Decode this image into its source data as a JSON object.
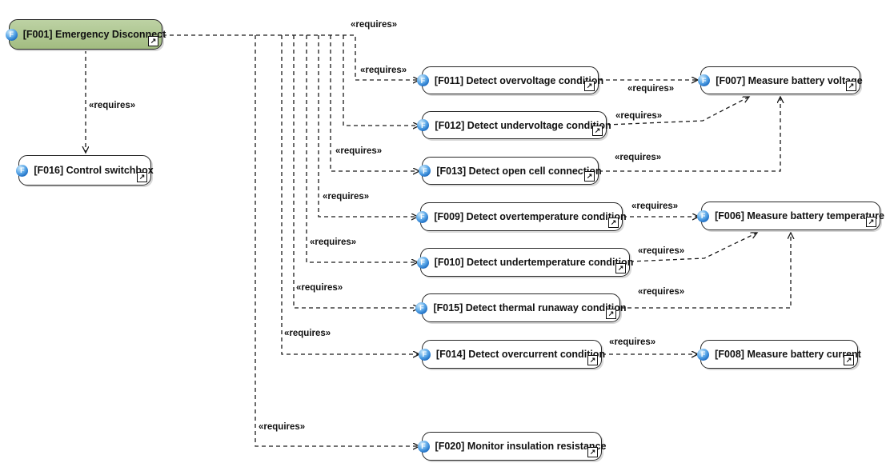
{
  "diagram": {
    "type": "requirements-dependency-diagram",
    "background_color": "#ffffff",
    "stereotype_label": "«requires»",
    "function_icon_glyph": "F",
    "link_icon_glyph": "↗",
    "colors": {
      "node_fill": "#ffffff",
      "root_node_fill": "#a9c38c",
      "node_border": "#262626",
      "connector": "#1a1a1a",
      "function_icon_blue": "#1f6fc4"
    },
    "nodes": [
      {
        "id": "F001",
        "label": "[F001] Emergency Disconnect"
      },
      {
        "id": "F016",
        "label": "[F016] Control switchbox"
      },
      {
        "id": "F011",
        "label": "[F011] Detect overvoltage condition"
      },
      {
        "id": "F012",
        "label": "[F012] Detect undervoltage condition"
      },
      {
        "id": "F013",
        "label": "[F013] Detect open cell connection"
      },
      {
        "id": "F009",
        "label": "[F009] Detect overtemperature condition"
      },
      {
        "id": "F010",
        "label": "[F010] Detect undertemperature condition"
      },
      {
        "id": "F015",
        "label": "[F015] Detect thermal runaway condition"
      },
      {
        "id": "F014",
        "label": "[F014] Detect overcurrent condition"
      },
      {
        "id": "F020",
        "label": "[F020] Monitor insulation resistance"
      },
      {
        "id": "F007",
        "label": "[F007] Measure battery voltage"
      },
      {
        "id": "F006",
        "label": "[F006] Measure battery temperature"
      },
      {
        "id": "F008",
        "label": "[F008] Measure battery current"
      }
    ],
    "edges": [
      {
        "from": "F001",
        "to": "F016",
        "label": "«requires»"
      },
      {
        "from": "F001",
        "to": "F012",
        "label": "«requires»"
      },
      {
        "from": "F001",
        "to": "F011",
        "label": "«requires»"
      },
      {
        "from": "F001",
        "to": "F013",
        "label": "«requires»"
      },
      {
        "from": "F001",
        "to": "F009",
        "label": "«requires»"
      },
      {
        "from": "F001",
        "to": "F010",
        "label": "«requires»"
      },
      {
        "from": "F001",
        "to": "F015",
        "label": "«requires»"
      },
      {
        "from": "F001",
        "to": "F014",
        "label": "«requires»"
      },
      {
        "from": "F001",
        "to": "F020",
        "label": "«requires»"
      },
      {
        "from": "F011",
        "to": "F007",
        "label": "«requires»"
      },
      {
        "from": "F012",
        "to": "F007",
        "label": "«requires»"
      },
      {
        "from": "F013",
        "to": "F007",
        "label": "«requires»"
      },
      {
        "from": "F009",
        "to": "F006",
        "label": "«requires»"
      },
      {
        "from": "F010",
        "to": "F006",
        "label": "«requires»"
      },
      {
        "from": "F015",
        "to": "F006",
        "label": "«requires»"
      },
      {
        "from": "F014",
        "to": "F008",
        "label": "«requires»"
      }
    ]
  }
}
